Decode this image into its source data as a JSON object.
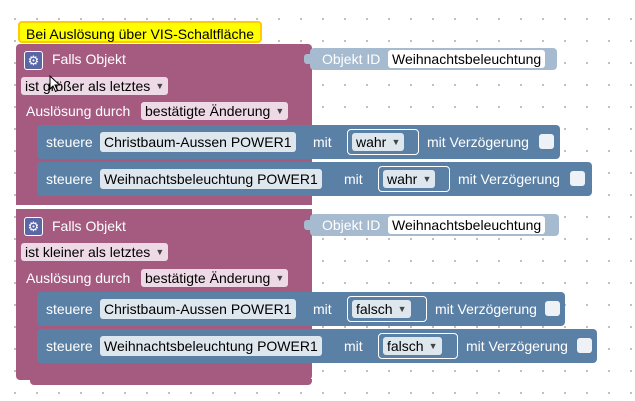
{
  "comment": "Bei Auslösung über VIS-Schaltfläche",
  "triggers": [
    {
      "label": "Falls Objekt",
      "compare": "ist größer als letztes",
      "trigger_label": "Auslösung durch",
      "trigger_value": "bestätigte Änderung",
      "object_label": "Objekt ID",
      "object_value": "Weihnachtsbeleuchtung",
      "controls": [
        {
          "label": "steuere",
          "target": "Christbaum-Aussen POWER1",
          "with": "mit",
          "value": "wahr",
          "delay": "mit Verzögerung"
        },
        {
          "label": "steuere",
          "target": "Weihnachtsbeleuchtung  POWER1",
          "with": "mit",
          "value": "wahr",
          "delay": "mit Verzögerung"
        }
      ]
    },
    {
      "label": "Falls Objekt",
      "compare": "ist kleiner als letztes",
      "trigger_label": "Auslösung durch",
      "trigger_value": "bestätigte Änderung",
      "object_label": "Objekt ID",
      "object_value": "Weihnachtsbeleuchtung",
      "controls": [
        {
          "label": "steuere",
          "target": "Christbaum-Aussen POWER1",
          "with": "mit",
          "value": "falsch",
          "delay": "mit Verzögerung"
        },
        {
          "label": "steuere",
          "target": "Weihnachtsbeleuchtung  POWER1",
          "with": "mit",
          "value": "falsch",
          "delay": "mit Verzögerung"
        }
      ]
    }
  ],
  "icons": {
    "settings": "gear-icon",
    "dropdown": "triangle-down-icon"
  },
  "colors": {
    "trigger": "#a55b80",
    "control": "#5b80a5",
    "object_id": "#a6bbd0",
    "comment": "#ffff00"
  }
}
